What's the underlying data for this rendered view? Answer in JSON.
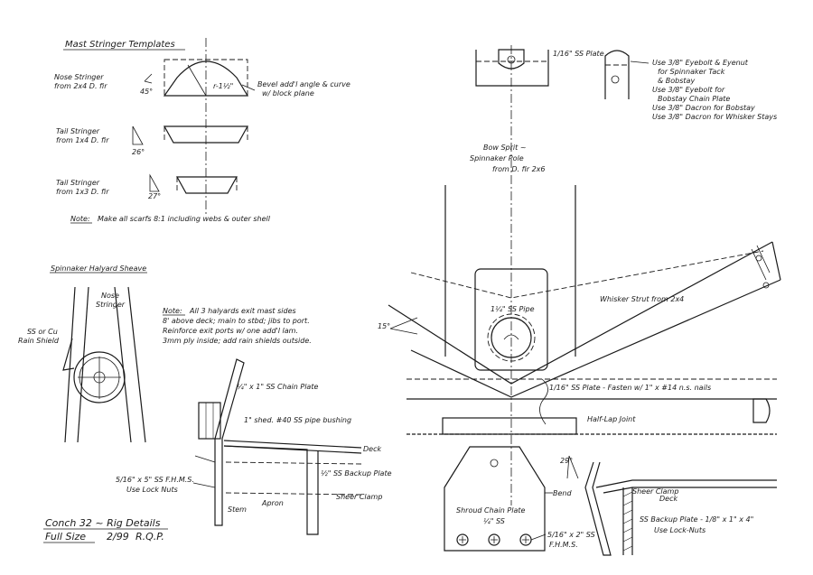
{
  "templates": {
    "title": "Mast Stringer Templates",
    "nose_title": "Nose Stringer",
    "nose_sub": "from 2x4 D. fir",
    "nose_angle": "45°",
    "nose_radius": "r-1½\"",
    "bevel_note_1": "Bevel add'l angle & curve",
    "bevel_note_2": "w/ block plane",
    "tail1_title": "Tail Stringer",
    "tail1_sub": "from 1x4 D. fir",
    "tail1_angle": "26°",
    "tail2_title": "Tail Stringer",
    "tail2_sub": "from 1x3 D. fir",
    "tail2_angle": "27°",
    "note_label": "Note:",
    "note_text": "Make all scarfs 8:1 including webs & outer shell"
  },
  "sheave": {
    "title": "Spinnaker Halyard Sheave",
    "nose_stringer_1": "Nose",
    "nose_stringer_2": "Stringer",
    "shield_1": "SS or Cu",
    "shield_2": "Rain Shield"
  },
  "halyard_note": {
    "label": "Note:",
    "line1": "All 3 halyards exit mast sides",
    "line2": "8' above deck; main to stbd; jibs to port.",
    "line3": "Reinforce exit ports w/ one add'l lam.",
    "line4": "3mm ply inside; add rain shields outside."
  },
  "chain_plate": {
    "plate": "¼\" x 1\" SS Chain Plate",
    "bushing": "1\" shed. #40 SS pipe bushing",
    "deck": "Deck",
    "backup": "½\" SS Backup Plate",
    "bolts_1": "5/16\" x 5\" SS F.H.M.S.",
    "bolts_2": "Use Lock Nuts",
    "sheer_clamp": "Sheer Clamp",
    "apron": "Apron",
    "stem": "Stem"
  },
  "titleblock": {
    "line1": "Conch 32 ~ Rig Details",
    "line2": "Full Size",
    "date": "2/99",
    "initials": "R.Q.P."
  },
  "bowsprit": {
    "top_plate": "1/16\" SS Plate",
    "eye_1": "Use 3/8\" Eyebolt & Eyenut",
    "eye_2": "for Spinnaker Tack",
    "eye_3": "& Bobstay",
    "eye_4": "Use 3/8\" Eyebolt for",
    "eye_5": "Bobstay Chain Plate",
    "eye_6": "Use 3/8\" Dacron for Bobstay",
    "eye_7": "Use 3/8\" Dacron for Whisker Stays",
    "title_1": "Bow Sprit ~",
    "title_2": "Spinnaker Pole",
    "title_3": "from D. fir 2x6",
    "pipe": "1¼\" SS Pipe",
    "whisker": "Whisker Strut from 2x4",
    "angle": "15°",
    "plate_note": "1/16\" SS Plate - Fasten w/ 1\" x #14 n.s. nails",
    "joint": "Half-Lap Joint"
  },
  "shroud": {
    "title": "Shroud Chain Plate",
    "thickness": "¼\" SS",
    "bend": "Bend",
    "angle": "29°",
    "bolts_1": "5/16\" x 2\" SS",
    "bolts_2": "F.H.M.S.",
    "sheer_clamp": "Sheer Clamp",
    "deck": "Deck",
    "backup": "SS Backup Plate - 1/8\" x 1\" x 4\"",
    "locknuts": "Use Lock-Nuts"
  }
}
